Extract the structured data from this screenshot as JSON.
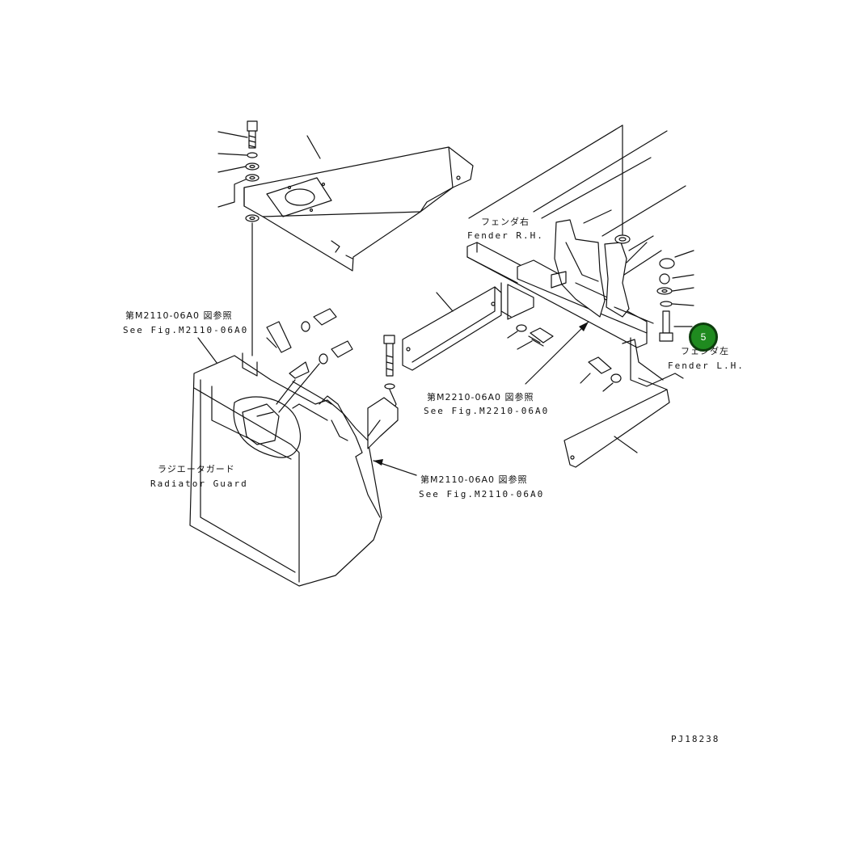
{
  "labels": {
    "fender_rh_jp": "フェンダ右",
    "fender_rh_en": "Fender R.H.",
    "fender_lh_jp": "フェンダ左",
    "fender_lh_en": "Fender L.H.",
    "ref_top_jp": "第M2110-06A0 図参照",
    "ref_top_en": "See Fig.M2110-06A0",
    "ref_mid_jp": "第M2210-06A0 図参照",
    "ref_mid_en": "See Fig.M2210-06A0",
    "ref_bottom_jp": "第M2110-06A0 図参照",
    "ref_bottom_en": "See Fig.M2110-06A0",
    "radiator_guard_jp": "ラジエータガード",
    "radiator_guard_en": "Radiator Guard",
    "drawing_number": "PJ18238"
  },
  "callout": {
    "number": "5",
    "color": "#1f8a1f"
  }
}
